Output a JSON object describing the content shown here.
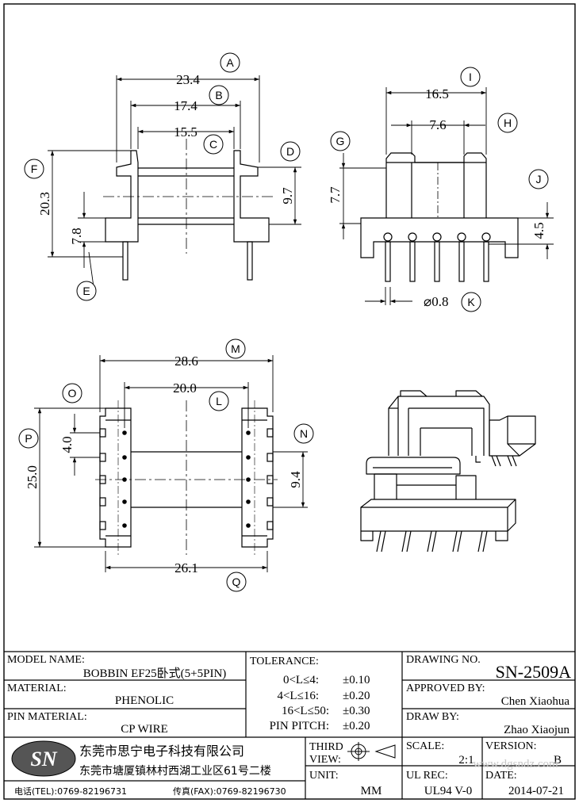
{
  "views": {
    "front": {
      "dims": {
        "A": "23.4",
        "B": "17.4",
        "C": "15.5",
        "D": "9.7",
        "E": "7.8",
        "F": "20.3"
      },
      "labels": {
        "A": "A",
        "B": "B",
        "C": "C",
        "D": "D",
        "E": "E",
        "F": "F"
      }
    },
    "side": {
      "dims": {
        "I": "16.5",
        "H": "7.6",
        "G": "7.7",
        "J": "4.5",
        "K": "⌀0.8"
      },
      "labels": {
        "G": "G",
        "H": "H",
        "I": "I",
        "J": "J",
        "K": "K"
      }
    },
    "bottom": {
      "dims": {
        "M": "28.6",
        "L": "20.0",
        "O": "4.0",
        "P": "25.0",
        "N": "9.4",
        "Q": "26.1"
      },
      "labels": {
        "L": "L",
        "M": "M",
        "N": "N",
        "O": "O",
        "P": "P",
        "Q": "Q"
      }
    }
  },
  "watermark": "www.dgsndz.com",
  "title_block": {
    "model_name_label": "MODEL NAME:",
    "model_name": "BOBBIN EF25卧式(5+5PIN)",
    "material_label": "MATERIAL:",
    "material": "PHENOLIC",
    "pin_material_label": "PIN MATERIAL:",
    "pin_material": "CP WIRE",
    "tolerance_label": "TOLERANCE:",
    "tolerances": [
      {
        "range": "0<L≤4:",
        "value": "±0.10"
      },
      {
        "range": "4<L≤16:",
        "value": "±0.20"
      },
      {
        "range": "16<L≤50:",
        "value": "±0.30"
      },
      {
        "range": "PIN PITCH:",
        "value": "±0.20"
      }
    ],
    "drawing_no_label": "DRAWING NO.",
    "drawing_no": "SN-2509A",
    "approved_by_label": "APPROVED BY:",
    "approved_by": "Chen Xiaohua",
    "draw_by_label": "DRAW BY:",
    "draw_by": "Zhao Xiaojun",
    "third_view_label_1": "THIRD",
    "third_view_label_2": "VIEW:",
    "scale_label": "SCALE:",
    "scale": "2:1",
    "version_label": "VERSION:",
    "version": "B",
    "unit_label": "UNIT:",
    "unit": "MM",
    "ul_rec_label": "UL REC:",
    "ul_rec": "UL94 V-0",
    "date_label": "DATE:",
    "date": "2014-07-21",
    "logo": "SN",
    "company_name": "东莞市思宁电子科技有限公司",
    "company_address": "东莞市塘厦镇林村西湖工业区61号二楼",
    "tel": "电话(TEL):0769-82196731",
    "fax": "传真(FAX):0769-82196730"
  }
}
